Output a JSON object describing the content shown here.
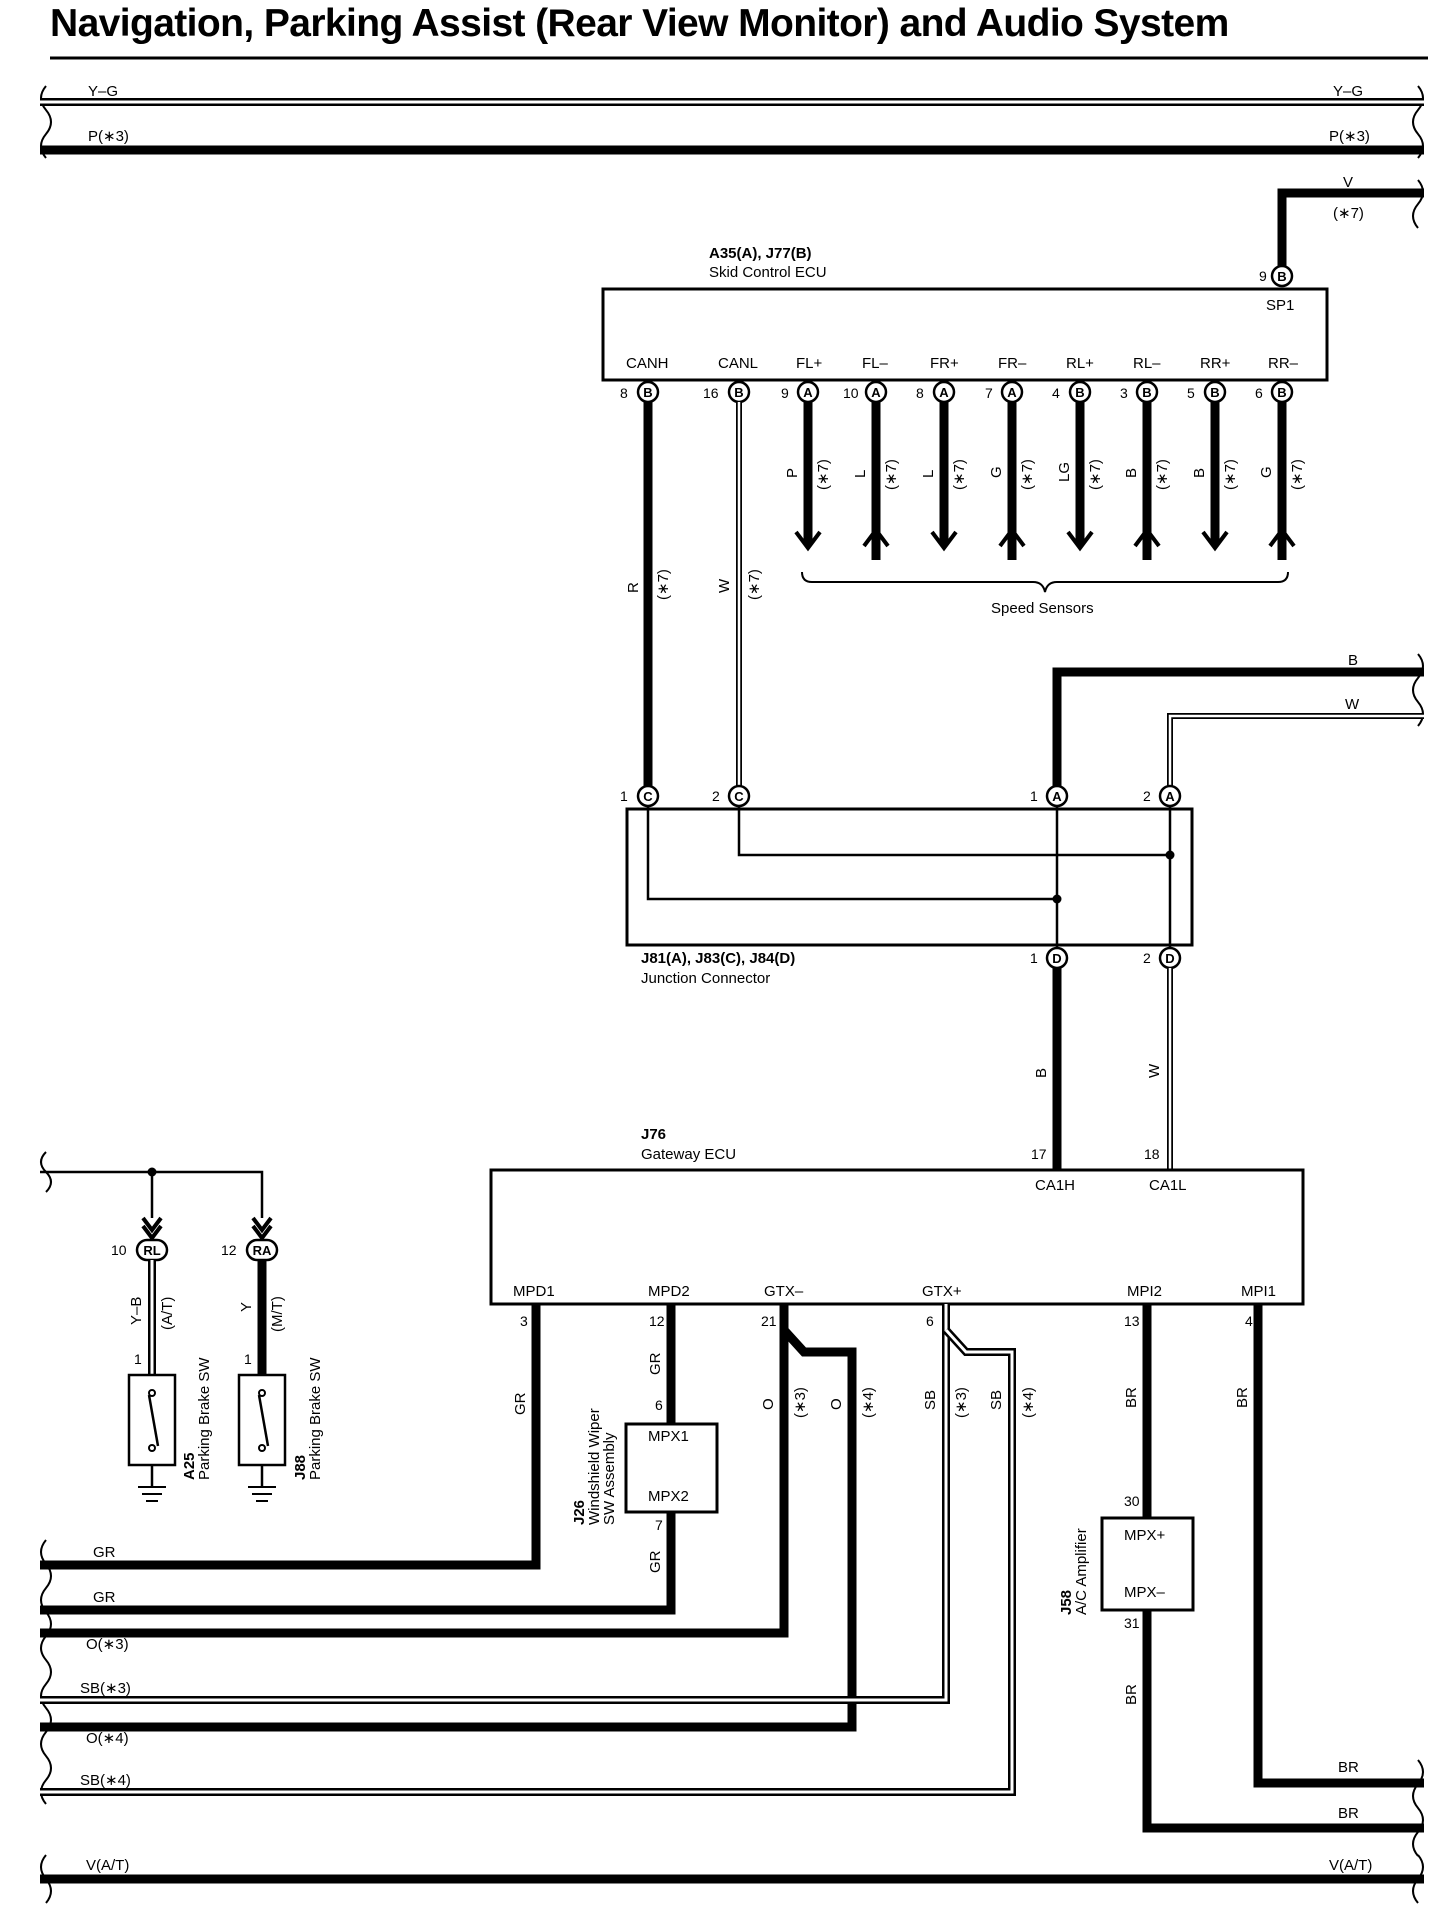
{
  "title": "Navigation, Parking Assist (Rear View Monitor) and Audio System",
  "bus_lines": {
    "yg_left": "Y–G",
    "yg_right": "Y–G",
    "p3_left": "P(∗3)",
    "p3_right": "P(∗3)",
    "v_top": "V",
    "v_top_note": "(∗7)",
    "b_right": "B",
    "w_right": "W",
    "gr1": "GR",
    "gr2": "GR",
    "o3": "O(∗3)",
    "sb3": "SB(∗3)",
    "o4": "O(∗4)",
    "sb4": "SB(∗4)",
    "br1": "BR",
    "br2": "BR",
    "vat_left": "V(A/T)",
    "vat_right": "V(A/T)"
  },
  "skid_ecu": {
    "code": "A35(A), J77(B)",
    "name": "Skid Control ECU",
    "sp1_pin": "9",
    "sp1_conn": "B",
    "sp1_label": "SP1",
    "terminals": [
      {
        "label": "CANH",
        "pin": "8",
        "conn": "B",
        "wire": "R",
        "note": "(∗7)"
      },
      {
        "label": "CANL",
        "pin": "16",
        "conn": "B",
        "wire": "W",
        "note": "(∗7)"
      },
      {
        "label": "FL+",
        "pin": "9",
        "conn": "A",
        "wire": "P",
        "note": "(∗7)"
      },
      {
        "label": "FL–",
        "pin": "10",
        "conn": "A",
        "wire": "L",
        "note": "(∗7)"
      },
      {
        "label": "FR+",
        "pin": "8",
        "conn": "A",
        "wire": "L",
        "note": "(∗7)"
      },
      {
        "label": "FR–",
        "pin": "7",
        "conn": "A",
        "wire": "G",
        "note": "(∗7)"
      },
      {
        "label": "RL+",
        "pin": "4",
        "conn": "B",
        "wire": "LG",
        "note": "(∗7)"
      },
      {
        "label": "RL–",
        "pin": "3",
        "conn": "B",
        "wire": "B",
        "note": "(∗7)"
      },
      {
        "label": "RR+",
        "pin": "5",
        "conn": "B",
        "wire": "B",
        "note": "(∗7)"
      },
      {
        "label": "RR–",
        "pin": "6",
        "conn": "B",
        "wire": "G",
        "note": "(∗7)"
      }
    ],
    "speed_sensors": "Speed Sensors"
  },
  "junction": {
    "code": "J81(A), J83(C), J84(D)",
    "name": "Junction Connector",
    "top_pins": [
      {
        "pin": "1",
        "conn": "C"
      },
      {
        "pin": "2",
        "conn": "C"
      },
      {
        "pin": "1",
        "conn": "A"
      },
      {
        "pin": "2",
        "conn": "A"
      }
    ],
    "bottom_pins": [
      {
        "pin": "1",
        "conn": "D",
        "wire": "B"
      },
      {
        "pin": "2",
        "conn": "D",
        "wire": "W"
      }
    ]
  },
  "gateway": {
    "code": "J76",
    "name": "Gateway ECU",
    "ca1h_pin": "17",
    "ca1h": "CA1H",
    "ca1l_pin": "18",
    "ca1l": "CA1L",
    "bottom": [
      {
        "label": "MPD1",
        "pin": "3",
        "wire": "GR"
      },
      {
        "label": "MPD2",
        "pin": "12",
        "wire": "GR"
      },
      {
        "label": "GTX–",
        "pin": "21",
        "wire": "O",
        "wire2": "O",
        "note": "(∗3)",
        "note2": "(∗4)"
      },
      {
        "label": "GTX+",
        "pin": "6",
        "wire": "SB",
        "wire2": "SB",
        "note": "(∗3)",
        "note2": "(∗4)"
      },
      {
        "label": "MPI2",
        "pin": "13",
        "wire": "BR"
      },
      {
        "label": "MPI1",
        "pin": "4",
        "wire": "BR"
      }
    ]
  },
  "wiper_sw": {
    "code": "J26",
    "name1": "Windshield Wiper",
    "name2": "SW Assembly",
    "mpx1": "MPX1",
    "mpx2": "MPX2",
    "pin1": "6",
    "pin2": "7",
    "wire_out": "GR"
  },
  "ac_amp": {
    "code": "J58",
    "name": "A/C Amplifier",
    "mpx_plus": "MPX+",
    "mpx_minus": "MPX–",
    "pin1": "30",
    "pin2": "31",
    "wire_out": "BR"
  },
  "parking_brake": [
    {
      "pin": "10",
      "conn": "RL",
      "wire": "Y–B",
      "note": "(A/T)",
      "sw_pin": "1",
      "code": "A25",
      "name": "Parking Brake SW"
    },
    {
      "pin": "12",
      "conn": "RA",
      "wire": "Y",
      "note": "(M/T)",
      "sw_pin": "1",
      "code": "J88",
      "name": "Parking Brake SW"
    }
  ]
}
